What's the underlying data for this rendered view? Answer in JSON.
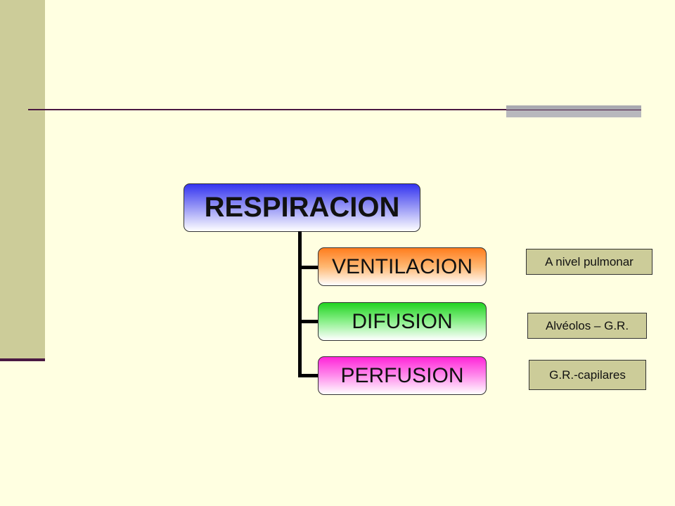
{
  "diagram": {
    "root": {
      "label": "RESPIRACION"
    },
    "children": [
      {
        "label": "VENTILACION"
      },
      {
        "label": "DIFUSION"
      },
      {
        "label": "PERFUSION"
      }
    ],
    "side_labels": [
      {
        "label": "A nivel pulmonar"
      },
      {
        "label": "Alvéolos – G.R."
      },
      {
        "label": "G.R.-capilares"
      }
    ]
  },
  "colors": {
    "background": "#ffffe1",
    "left_bar": "#cccc99",
    "rule": "#4a1942",
    "root_fill": "#3434f0",
    "ventilacion_fill": "#ff7d1e",
    "difusion_fill": "#22d322",
    "perfusion_fill": "#ff25d8",
    "side_label_fill": "#cccc99"
  }
}
